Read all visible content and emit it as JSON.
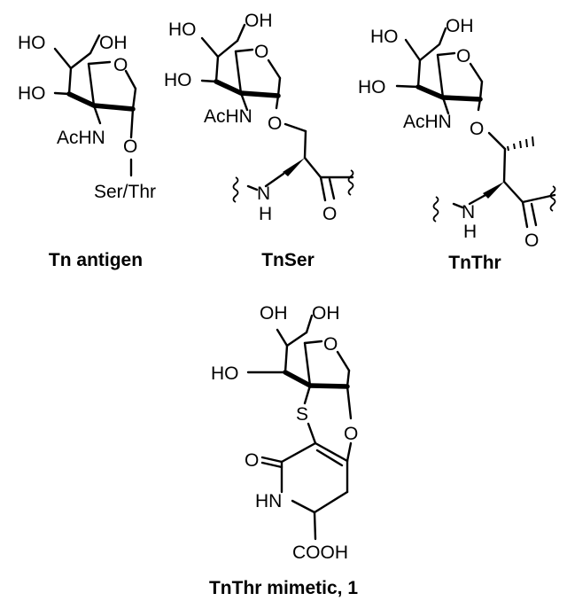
{
  "structures": [
    {
      "id": "tn-antigen",
      "caption": "Tn antigen",
      "atoms": {
        "ho4": "HO",
        "oh6": "OH",
        "ho3": "HO",
        "ring_o": "O",
        "achn": "AcHN",
        "o1": "O",
        "ser_thr": "Ser/Thr"
      }
    },
    {
      "id": "tnser",
      "caption": "TnSer",
      "atoms": {
        "ho4": "HO",
        "oh6": "OH",
        "ho3": "HO",
        "ring_o": "O",
        "achn": "AcHN",
        "o1": "O",
        "n": "N",
        "h": "H",
        "co": "O"
      }
    },
    {
      "id": "tnthr",
      "caption": "TnThr",
      "atoms": {
        "ho4": "HO",
        "oh6": "OH",
        "ho3": "HO",
        "ring_o": "O",
        "achn": "AcHN",
        "o1": "O",
        "n": "N",
        "h": "H",
        "co": "O"
      }
    },
    {
      "id": "tnthr-mimetic",
      "caption": "TnThr mimetic, 1",
      "atoms": {
        "oh4": "OH",
        "oh6": "OH",
        "ho3": "HO",
        "ring_o": "O",
        "s": "S",
        "o1": "O",
        "co": "O",
        "hn": "HN",
        "cooh": "COOH"
      }
    }
  ]
}
